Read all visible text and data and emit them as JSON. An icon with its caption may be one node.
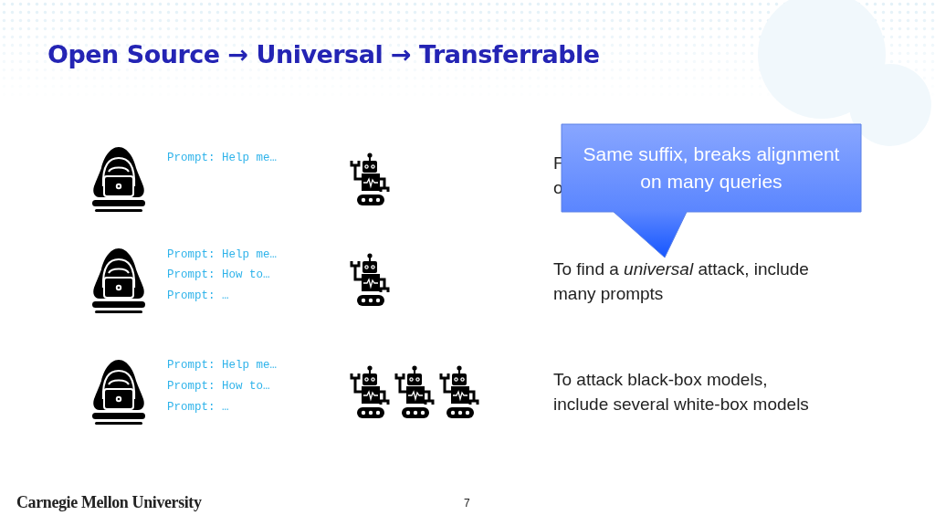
{
  "diagram": {
    "title": "Open Source → Universal → Transferrable",
    "nodes": [
      {
        "text": [
          "Same suffix, breaks alignment on many queries"
        ]
      }
    ],
    "labels": [
      "Prompt: Help me…",
      "F o",
      "Prompt: Help me…",
      "Prompt: How to…",
      "Prompt: …",
      "To find a *universal* attack, include many prompts",
      "Prompt: Help me…",
      "Prompt: How to…",
      "Prompt: …",
      "To attack black-box models, include several white-box models",
      "Carnegie Mellon University",
      "7"
    ]
  }
}
